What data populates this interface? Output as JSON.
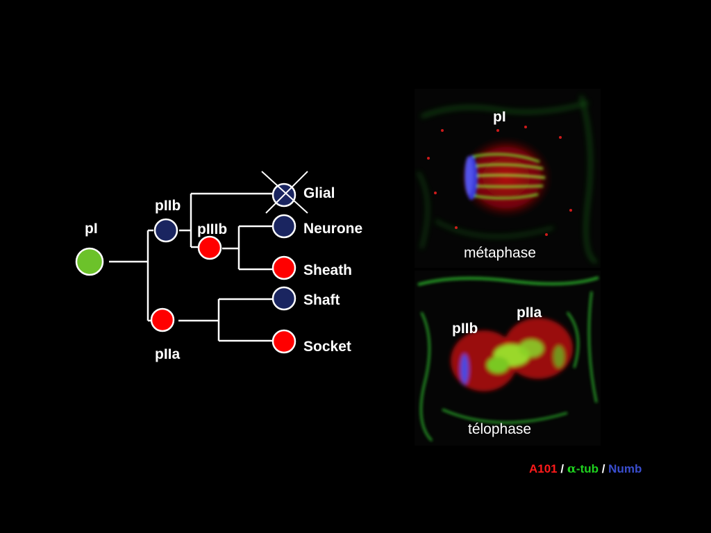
{
  "lineage": {
    "colors": {
      "pI": "#6cc22a",
      "blue": "#1a2560",
      "red": "#ff0000"
    },
    "labels": {
      "pI": "pI",
      "pIIb": "pIIb",
      "pIIIb": "pIIIb",
      "pIIa": "pIIa",
      "glial": "Glial",
      "neurone": "Neurone",
      "sheath": "Sheath",
      "shaft": "Shaft",
      "socket": "Socket"
    }
  },
  "micrographs": {
    "top": {
      "cell_label": "pI",
      "caption": "métaphase"
    },
    "bottom": {
      "label_a": "pIIa",
      "label_b": "pIIb",
      "caption": "télophase"
    }
  },
  "legend": {
    "a101": "A101",
    "sep1": " / ",
    "alpha": "α",
    "tub": "-tub",
    "sep2": " / ",
    "numb": "Numb",
    "colors": {
      "a101": "#ff1a1a",
      "tub": "#1fd21f",
      "numb": "#3a4ecf",
      "sep": "#ffffff"
    }
  }
}
